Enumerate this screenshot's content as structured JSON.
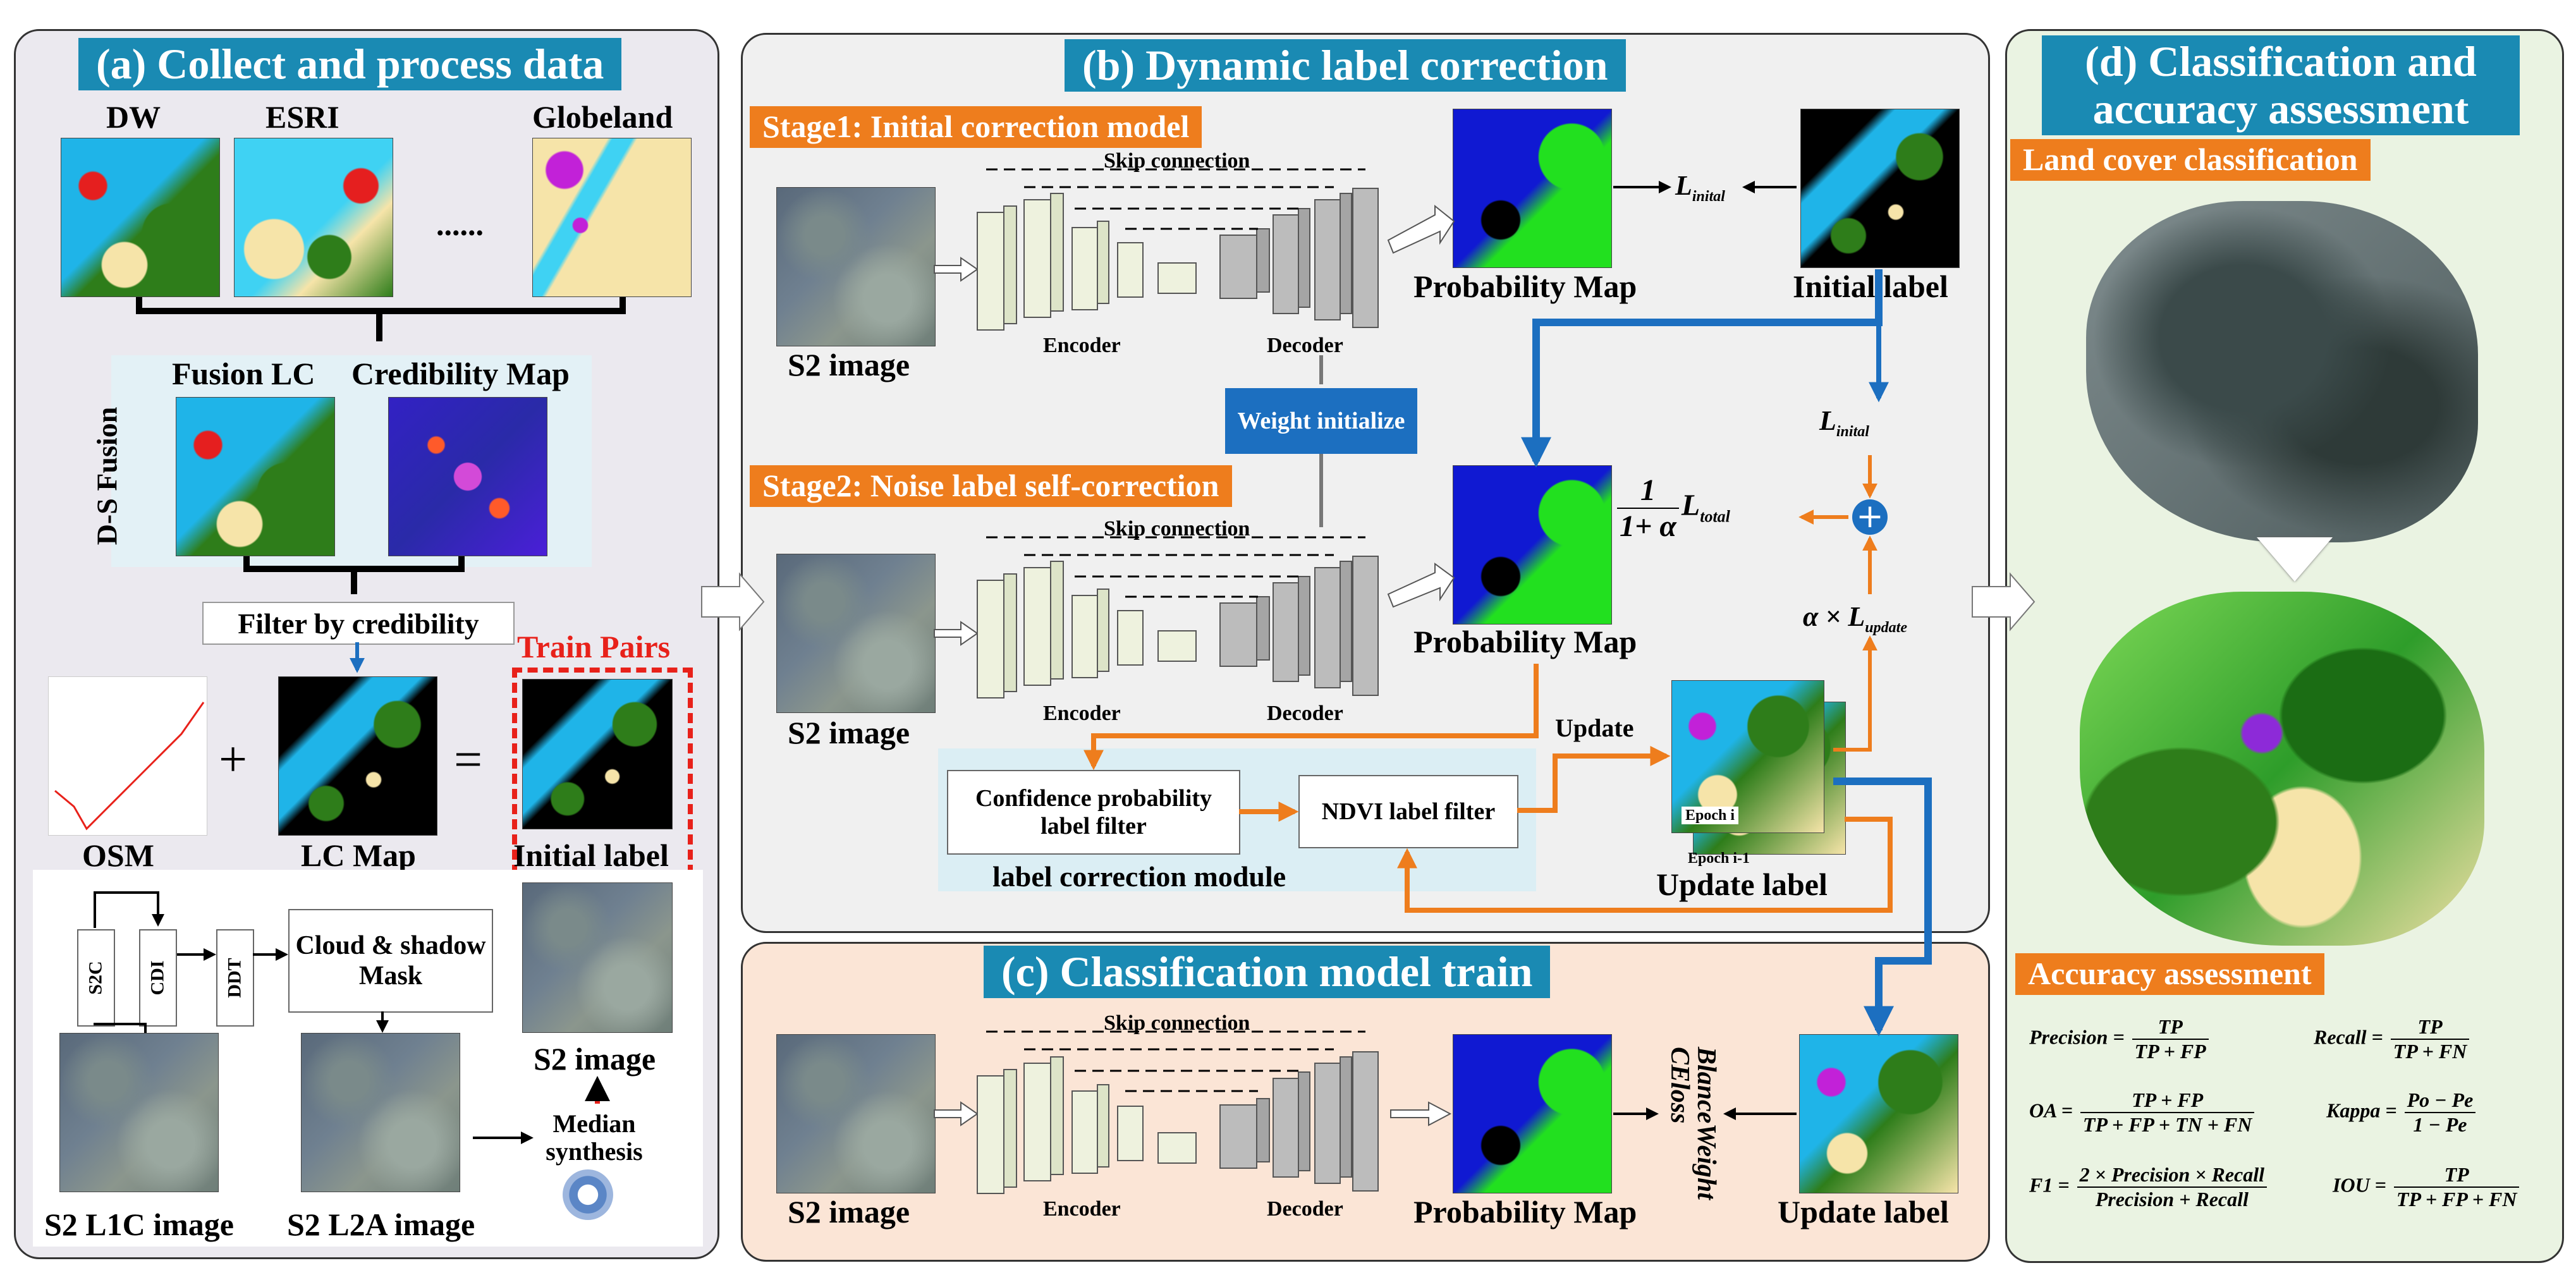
{
  "panel_a": {
    "title": "(a) Collect and process data",
    "sources": [
      "DW",
      "ESRI",
      "Globeland"
    ],
    "ellipsis": "......",
    "fusion_label": "Fusion LC",
    "credibility_label": "Credibility Map",
    "ds_fusion": "D-S Fusion",
    "filter": "Filter by credibility",
    "train_pairs": "Train Pairs",
    "osm": "OSM",
    "lc_map": "LC Map",
    "plus": "+",
    "equals": "=",
    "initial_label": "Initial label",
    "s2c": "S2C",
    "cdi": "CDI",
    "ddt": "DDT",
    "cloud_mask": "Cloud & shadow Mask",
    "s2_image": "S2 image",
    "median": "Median synthesis",
    "l1c": "S2 L1C image",
    "l2a": "S2 L2A image"
  },
  "panel_b": {
    "title": "(b) Dynamic label correction",
    "stage1": "Stage1: Initial correction model",
    "stage2": "Stage2: Noise label self-correction",
    "skip": "Skip connection",
    "encoder": "Encoder",
    "decoder": "Decoder",
    "s2_image": "S2 image",
    "prob_map": "Probability Map",
    "initial_label": "Initial label",
    "weight_init": "Weight initialize",
    "l_inital": "L",
    "l_inital_sub": "inital",
    "l_total": "L",
    "l_total_sub": "total",
    "one": "1",
    "one_plus_alpha": "1+ α",
    "alpha_times": "α × L",
    "update_sub": "update",
    "conf_filter": "Confidence probability label filter",
    "ndvi_filter": "NDVI label filter",
    "module": "label correction module",
    "update": "Update",
    "epoch_i": "Epoch i",
    "epoch_i1": "Epoch i-1",
    "update_label": "Update label"
  },
  "panel_c": {
    "title": "(c) Classification model train",
    "skip": "Skip connection",
    "encoder": "Encoder",
    "decoder": "Decoder",
    "s2_image": "S2 image",
    "prob_map": "Probability Map",
    "loss": "BlanceWeight CEloss",
    "update_label": "Update label"
  },
  "panel_d": {
    "title": "(d) Classification and accuracy assessment",
    "lcc": "Land cover classification",
    "accuracy": "Accuracy assessment",
    "precision_lhs": "Precision =",
    "recall_lhs": "Recall =",
    "oa_lhs": "OA =",
    "kappa_lhs": "Kappa =",
    "f1_lhs": "F1 =",
    "iou_lhs": "IOU =",
    "tp": "TP",
    "tp_fp": "TP + FP",
    "tp_fn": "TP + FN",
    "tp_fp_tn_fn": "TP + FP + TN + FN",
    "po_pe": "Po − Pe",
    "one_pe": "1 − Pe",
    "f1_num": "2 × Precision × Recall",
    "f1_den": "Precision + Recall",
    "iou_den": "TP + FP + FN"
  },
  "colors": {
    "title_blue": "#1a8ab3",
    "title_orange": "#ee7d1d",
    "arrow_blue": "#1c6fc0",
    "arrow_orange": "#ee7d1d",
    "dash_red": "#e8211a",
    "panel_a_bg": "#ebe9ef",
    "panel_b_bg": "#f0f0f0",
    "panel_c_bg": "#fbe5d6",
    "panel_d_bg": "#eaf3e2"
  }
}
